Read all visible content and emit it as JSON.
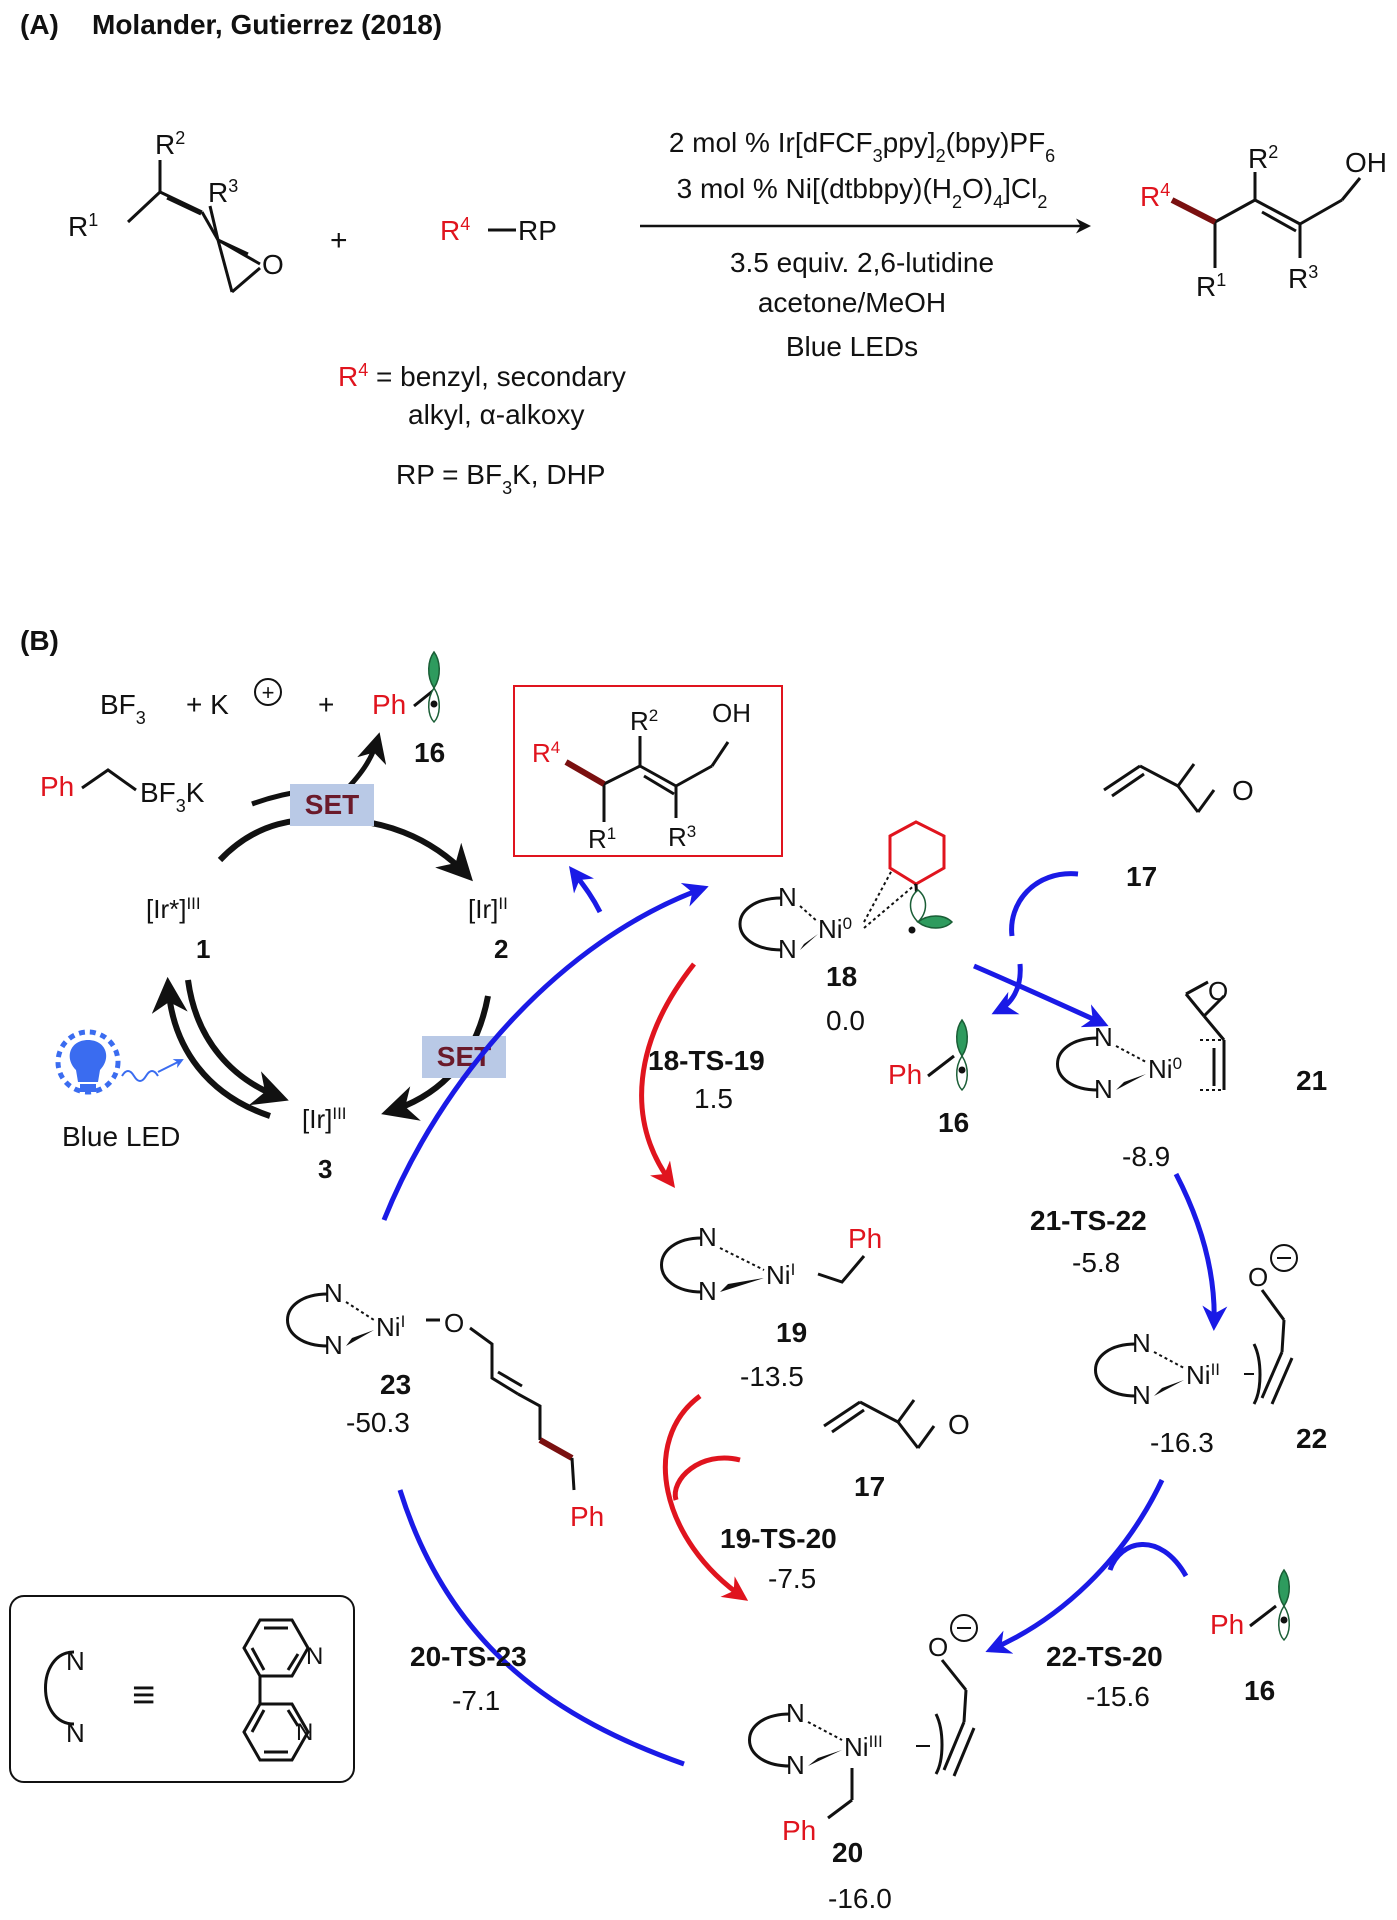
{
  "panelA": {
    "label": "(A)",
    "authors": "Molander, Gutierrez (2018)",
    "plus": "+",
    "reagent_r4": "R",
    "reagent_r4_sup": "4",
    "reagent_rp": "RP",
    "conditions": {
      "line1": "2 mol % Ir[dFCF",
      "line1_sub": "3",
      "line1_rest": "ppy]",
      "line1_sub2": "2",
      "line1_end": "(bpy)PF",
      "line1_sub3": "6",
      "line2": "3 mol % Ni[(dtbbpy)(H",
      "line2_sub": "2",
      "line2_mid": "O)",
      "line2_sub2": "4",
      "line2_end": "]Cl",
      "line2_sub3": "2",
      "line3": "3.5 equiv. 2,6-lutidine",
      "line4": "acetone/MeOH",
      "line5": "Blue LEDs"
    },
    "scope_r4": "R",
    "scope_r4_sup": "4",
    "scope_line1": " = benzyl, secondary",
    "scope_line2": "alkyl, α-alkoxy",
    "rp_line": "RP = BF",
    "rp_sub": "3",
    "rp_end": "K, DHP",
    "substrate": {
      "r1": "R",
      "r1_sup": "1",
      "r2": "R",
      "r2_sup": "2",
      "r3": "R",
      "r3_sup": "3",
      "o": "O"
    },
    "product": {
      "r4": "R",
      "r4_sup": "4",
      "r2": "R",
      "r2_sup": "2",
      "oh": "OH",
      "r1": "R",
      "r1_sup": "1",
      "r3": "R",
      "r3_sup": "3"
    }
  },
  "panelB": {
    "label": "(B)",
    "byproducts": {
      "bf3": "BF",
      "bf3_sub": "3",
      "plus1": "+ K",
      "plus2": "+",
      "ph": "Ph",
      "num16": "16"
    },
    "reagent": {
      "ph": "Ph",
      "bf3k": "BF",
      "bf3k_sub": "3",
      "k": "K"
    },
    "set_label": "SET",
    "ir_excited": "[Ir*]",
    "ir_excited_sup": "III",
    "num1": "1",
    "ir2": "[Ir]",
    "ir2_sup": "II",
    "num2": "2",
    "ir3": "[Ir]",
    "ir3_sup": "III",
    "num3": "3",
    "blue_led": "Blue LED",
    "boxed_product": {
      "r4": "R",
      "r4_sup": "4",
      "r2": "R",
      "r2_sup": "2",
      "oh": "OH",
      "r1": "R",
      "r1_sup": "1",
      "r3": "R",
      "r3_sup": "3"
    },
    "species": {
      "s17_top": {
        "num": "17",
        "o": "O"
      },
      "s18": {
        "n": "N",
        "ni": "Ni",
        "ox": "0",
        "num": "18",
        "energy": "0.0"
      },
      "s16_mid": {
        "ph": "Ph",
        "num": "16"
      },
      "s21": {
        "n": "N",
        "ni": "Ni",
        "ox": "0",
        "o": "O",
        "num": "21",
        "energy": "-8.9"
      },
      "ts18_19": {
        "label": "18-TS-19",
        "energy": "1.5"
      },
      "s19": {
        "n": "N",
        "ni": "Ni",
        "ox": "I",
        "ph": "Ph",
        "num": "19",
        "energy": "-13.5"
      },
      "ts21_22": {
        "label": "21-TS-22",
        "energy": "-5.8"
      },
      "s22": {
        "n": "N",
        "ni": "Ni",
        "ox": "II",
        "o": "O",
        "num": "22",
        "energy": "-16.3"
      },
      "s23": {
        "n": "N",
        "ni": "Ni",
        "ox": "I",
        "o": "O",
        "ph": "Ph",
        "num": "23",
        "energy": "-50.3"
      },
      "s17_mid": {
        "num": "17",
        "o": "O"
      },
      "ts19_20": {
        "label": "19-TS-20",
        "energy": "-7.5"
      },
      "ts20_23": {
        "label": "20-TS-23",
        "energy": "-7.1"
      },
      "ts22_20": {
        "label": "22-TS-20",
        "energy": "-15.6"
      },
      "s16_bot": {
        "ph": "Ph",
        "num": "16"
      },
      "s20": {
        "n": "N",
        "ni": "Ni",
        "ox": "III",
        "o": "O",
        "ph": "Ph",
        "num": "20",
        "energy": "-16.0"
      }
    },
    "legend": {
      "n": "N",
      "equiv": "≡"
    }
  }
}
